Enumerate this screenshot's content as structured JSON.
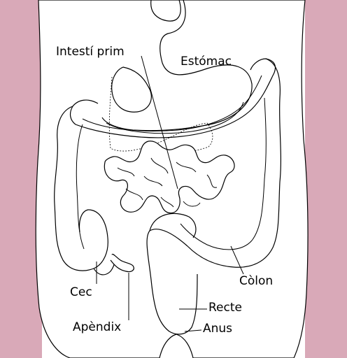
{
  "labels": {
    "small_intestine": "Intestí prim",
    "stomach": "Estómac",
    "colon": "Còlon",
    "cecum": "Cec",
    "rectum": "Recte",
    "appendix": "Apèndix",
    "anus": "Anus"
  },
  "colors": {
    "skin": "#d9a9b8",
    "body": "#ffffff",
    "outline": "#000000"
  }
}
